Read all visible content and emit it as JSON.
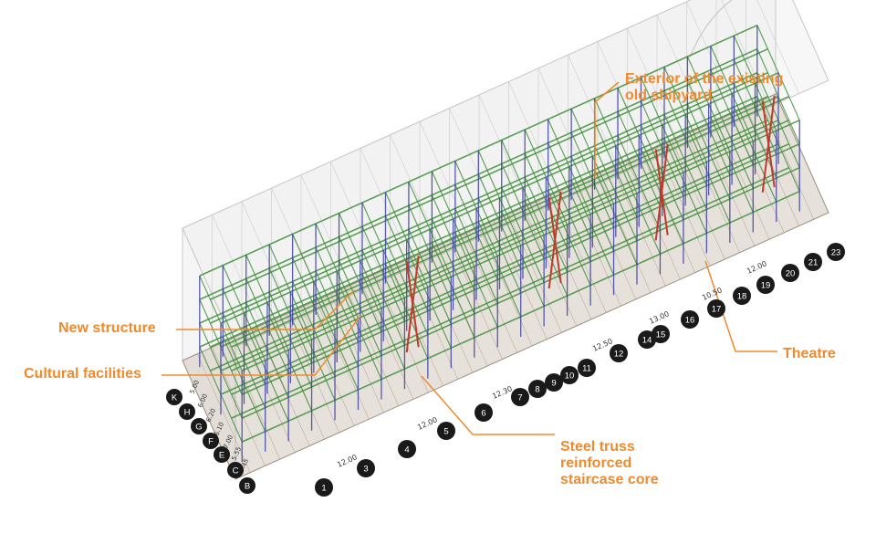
{
  "callouts": {
    "exterior": [
      "Exterior of the existing",
      "old shipyard"
    ],
    "new_structure": "New structure",
    "cultural": "Cultural facilities",
    "staircase": [
      "Steel truss",
      "reinforced",
      "staircase core"
    ],
    "theatre": "Theatre"
  },
  "grid_numbers": [
    "1",
    "3",
    "4",
    "5",
    "6",
    "7",
    "8",
    "9",
    "10",
    "11",
    "12",
    "14",
    "15",
    "16",
    "17",
    "18",
    "19",
    "20",
    "21",
    "23"
  ],
  "grid_letters": [
    "K",
    "H",
    "G",
    "F",
    "E",
    "C",
    "B"
  ],
  "spans": {
    "longitudinal": [
      "12.00",
      "12.00",
      "12.30",
      "12.50",
      "13.00",
      "10.50",
      "12.00"
    ],
    "transverse": [
      "5.00",
      "6.00",
      "6.20",
      "6.10",
      "7.00",
      "5.55",
      "5.45"
    ]
  },
  "colors": {
    "accent": "#f08a2c",
    "steel_green": "#3f8f3a",
    "steel_blue": "#3a3fa0",
    "steel_red": "#c0392b",
    "concrete": "#b9a89a",
    "envelope": "#c9c9c9",
    "marker": "#1a1a1a"
  }
}
